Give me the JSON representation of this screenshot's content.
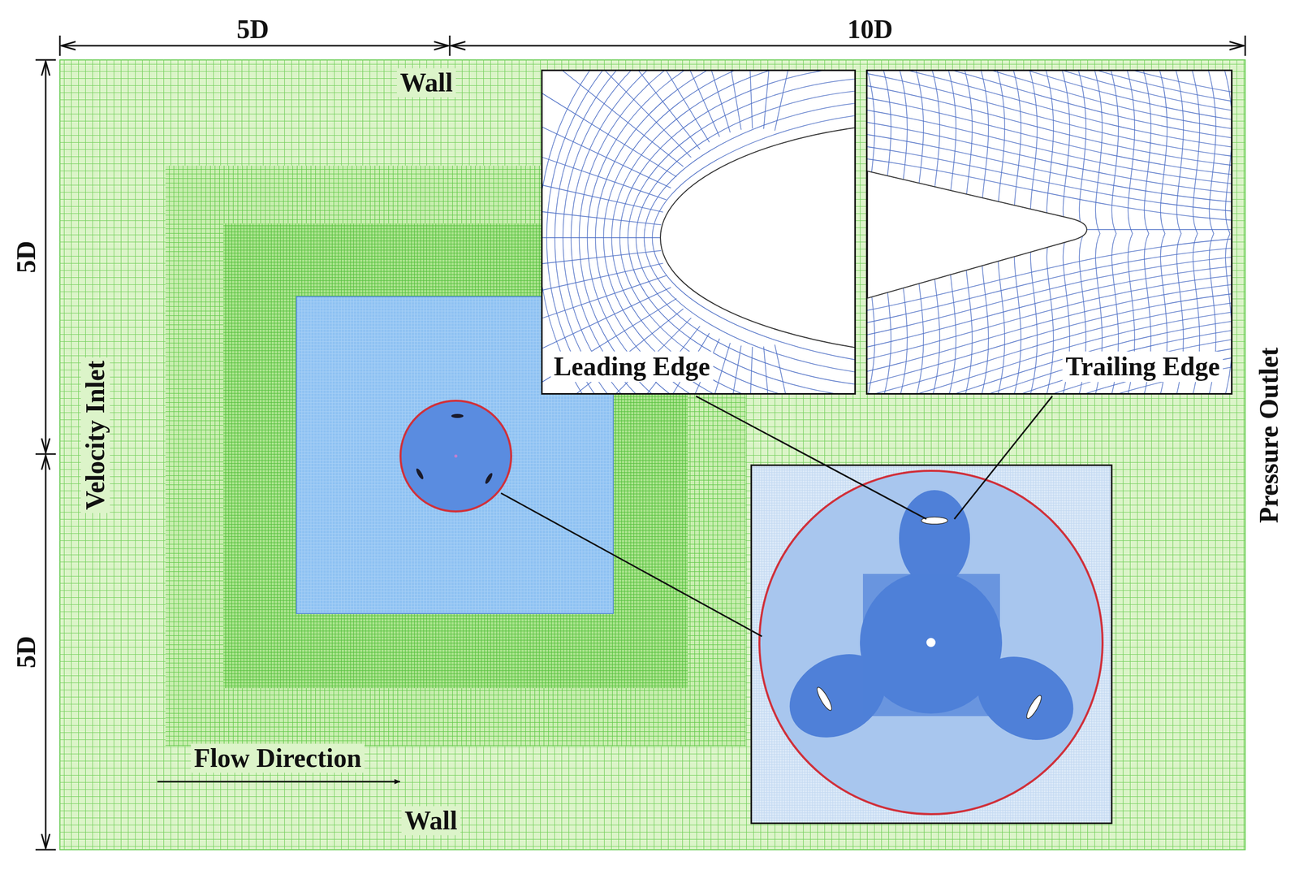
{
  "diagram": {
    "nodes": [
      {
        "text": [
          "Leading Edge"
        ]
      },
      {
        "text": [
          "Trailing Edge"
        ]
      }
    ],
    "labels": [
      "5D",
      "10D",
      "Wall",
      "5D",
      "5D",
      "Velocity Inlet",
      "Pressure Outlet",
      "Flow Direction",
      "Wall"
    ]
  }
}
